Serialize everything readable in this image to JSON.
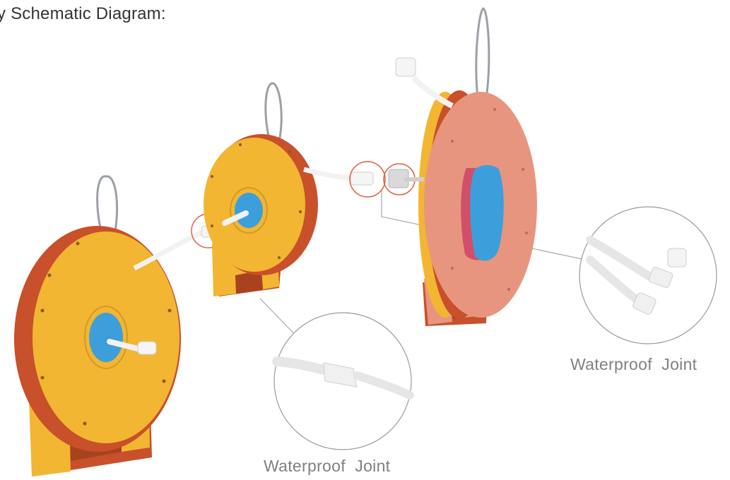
{
  "heading": "y Schematic Diagram:",
  "captions": {
    "joint_bottom": "Waterproof  Joint",
    "joint_right": "Waterproof  Joint"
  },
  "colors": {
    "reel_yellow": "#f2b632",
    "reel_edge": "#c8502a",
    "reel_pink": "#e8957f",
    "hub_blue": "#3c9fdc",
    "callout_red": "#e2603f",
    "leader_gray": "#9a9a9a",
    "cable_white": "#f2f2f2"
  }
}
